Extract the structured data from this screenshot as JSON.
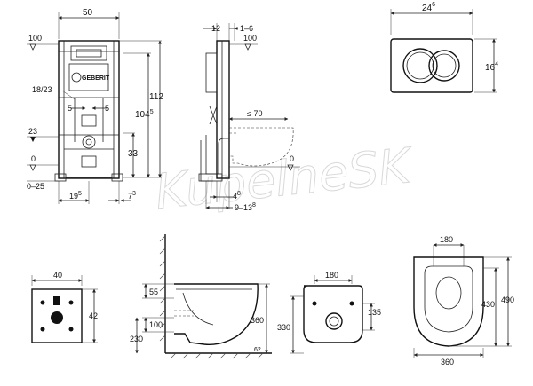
{
  "frame_front": {
    "width": "50",
    "height_total": "112",
    "height_inner": "104",
    "height_inner_sup": "5",
    "level_top": "100",
    "level_23": "23",
    "level_zero": "0",
    "floor_range": "0–25",
    "ratio": "18/23",
    "offset_left": "5",
    "offset_right": "5",
    "height_33": "33",
    "bottom_left": "19",
    "bottom_left_sup": "5",
    "bottom_right": "7",
    "bottom_right_sup": "3",
    "brand": "GEBERIT"
  },
  "frame_side": {
    "depth_top": "12",
    "depth_range": "1–6",
    "level_top": "100",
    "projection": "≤ 70",
    "level_zero": "0",
    "bottom_small": "4",
    "bottom_small_sup": "8",
    "bottom_range": "9–13",
    "bottom_range_sup": "8"
  },
  "plate": {
    "width": "24",
    "width_sup": "6",
    "height": "16",
    "height_sup": "4"
  },
  "template": {
    "width": "40",
    "height": "42"
  },
  "bowl_side": {
    "dim_55": "55",
    "dim_100": "100",
    "dim_230": "230",
    "dim_360": "360",
    "dim_62": "62"
  },
  "bowl_back": {
    "dim_180": "180",
    "dim_135": "135",
    "dim_330": "330"
  },
  "bowl_top": {
    "dim_180": "180",
    "dim_430": "430",
    "dim_490": "490",
    "dim_360": "360"
  },
  "watermark": "KupelneSK"
}
